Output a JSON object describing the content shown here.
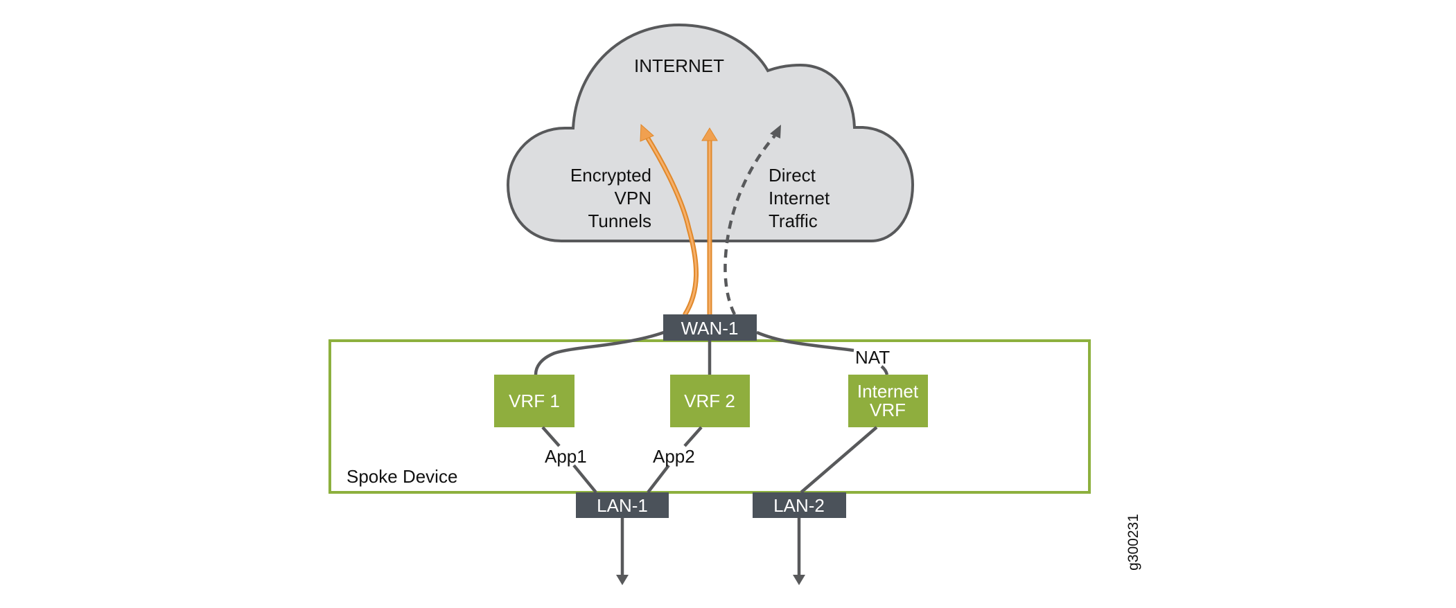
{
  "figure_id": "g300231",
  "colors": {
    "cloud_fill": "#dcdddf",
    "outline_gray": "#58595b",
    "tag_dark": "#4b525a",
    "vrf_green": "#8fae3e",
    "spoke_border_green": "#8db03e",
    "vpn_tunnel_orange": "#f0a050"
  },
  "cloud": {
    "title": "INTERNET",
    "vpn_label_lines": [
      "Encrypted",
      "VPN",
      "Tunnels"
    ],
    "direct_label_lines": [
      "Direct",
      "Internet",
      "Traffic"
    ]
  },
  "wan": {
    "label": "WAN-1"
  },
  "spoke": {
    "label": "Spoke Device",
    "vrfs": [
      {
        "label_lines": [
          "VRF 1"
        ]
      },
      {
        "label_lines": [
          "VRF 2"
        ]
      },
      {
        "label_lines": [
          "Internet",
          "VRF"
        ]
      }
    ],
    "nat_label": "NAT",
    "app_labels": [
      "App1",
      "App2"
    ]
  },
  "lans": [
    {
      "label": "LAN-1"
    },
    {
      "label": "LAN-2"
    }
  ],
  "flows": [
    {
      "name": "encrypted-vpn-tunnel-1",
      "style": "orange-solid",
      "from": "VRF 1",
      "to": "INTERNET"
    },
    {
      "name": "encrypted-vpn-tunnel-2",
      "style": "orange-solid",
      "from": "VRF 2",
      "to": "INTERNET"
    },
    {
      "name": "direct-internet-traffic",
      "style": "gray-dashed",
      "from": "Internet VRF",
      "to": "INTERNET"
    }
  ]
}
